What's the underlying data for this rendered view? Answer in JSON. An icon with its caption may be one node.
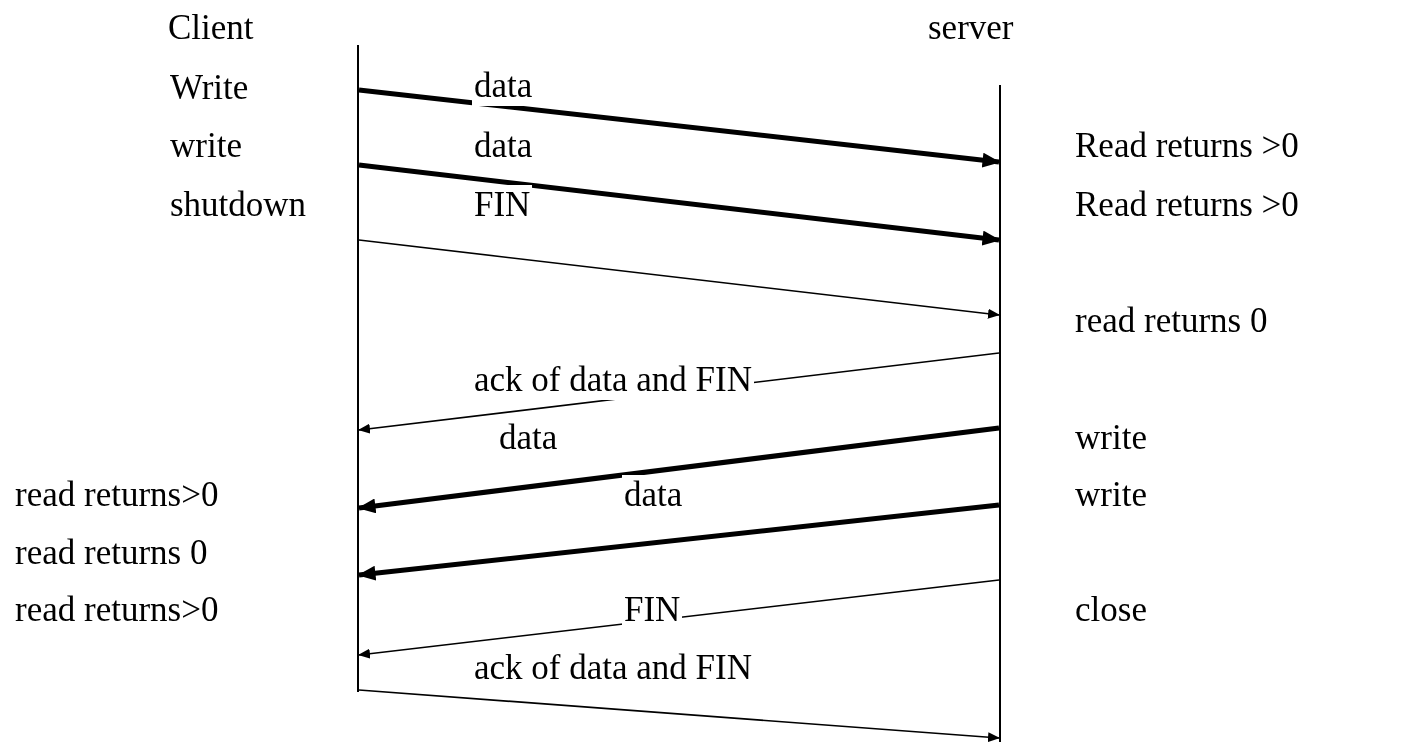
{
  "diagram": {
    "nodes": [
      {
        "text": [
          "Client"
        ]
      },
      {
        "text": [
          "server"
        ]
      }
    ],
    "edges": [
      {
        "from": 0,
        "to": 1,
        "arrow": "to",
        "label": "data",
        "style": "thick"
      },
      {
        "from": 0,
        "to": 1,
        "arrow": "to",
        "label": "data",
        "style": "thick"
      },
      {
        "from": 0,
        "to": 1,
        "arrow": "to",
        "label": "FIN"
      },
      {
        "from": 1,
        "to": 0,
        "arrow": "to",
        "label": "ack of data and FIN"
      },
      {
        "from": 1,
        "to": 0,
        "arrow": "to",
        "label": "data",
        "style": "thick"
      },
      {
        "from": 1,
        "to": 0,
        "arrow": "to",
        "label": "data",
        "style": "thick"
      },
      {
        "from": 1,
        "to": 0,
        "arrow": "to",
        "label": "FIN"
      },
      {
        "from": 0,
        "to": 1,
        "arrow": "to",
        "label": "ack of data and FIN"
      }
    ],
    "labels": [
      "Write",
      "write",
      "Read returns >0",
      "shutdown",
      "Read returns >0",
      "read returns 0",
      "write",
      "read returns>0",
      "write",
      "read returns 0",
      "read returns>0",
      "close"
    ]
  }
}
